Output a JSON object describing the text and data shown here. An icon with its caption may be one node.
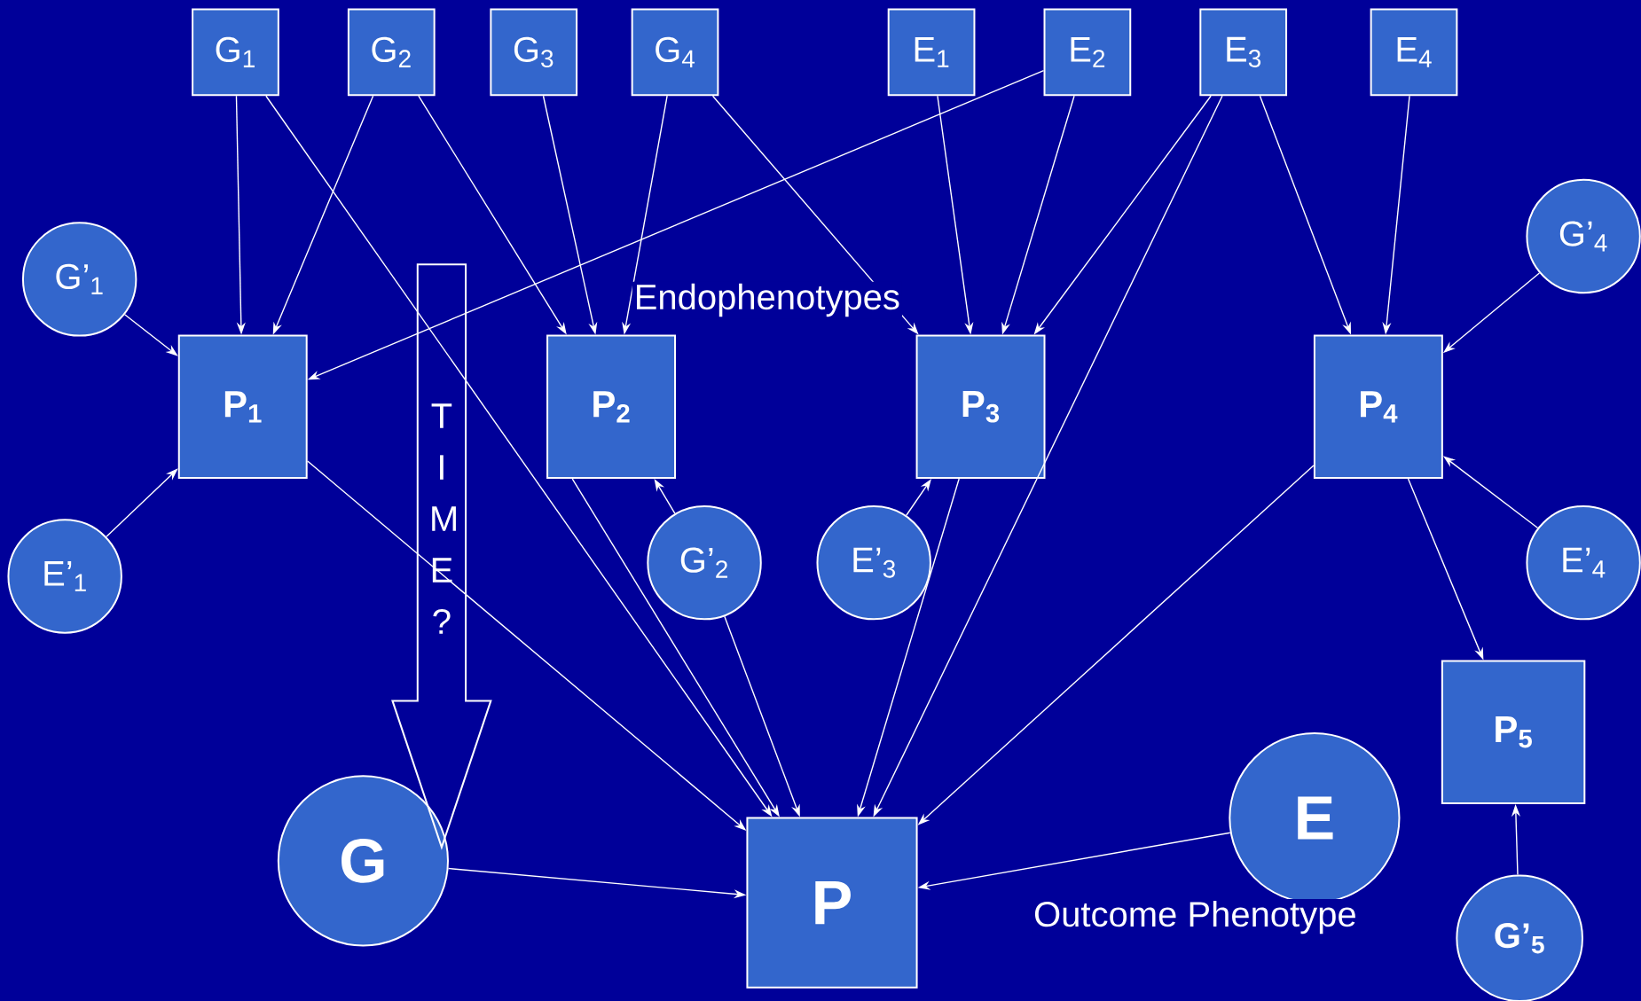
{
  "diagram": {
    "nodes": [
      {
        "text": [
          "G$_{1}$"
        ]
      },
      {
        "text": [
          "G$_{2}$"
        ]
      },
      {
        "text": [
          "G$_{3}$"
        ]
      },
      {
        "text": [
          "G$_{4}$"
        ]
      },
      {
        "text": [
          "E$_{1}$"
        ]
      },
      {
        "text": [
          "E$_{2}$"
        ]
      },
      {
        "text": [
          "E$_{3}$"
        ]
      },
      {
        "text": [
          "E$_{4}$"
        ]
      },
      {
        "text": [
          "G’$_{1}$"
        ]
      },
      {
        "text": [
          "P$_{1}$"
        ]
      },
      {
        "text": [
          "P$_{2}$"
        ]
      },
      {
        "text": [
          "P$_{3}$"
        ]
      },
      {
        "text": [
          "P$_{4}$"
        ]
      },
      {
        "text": [
          "G’$_{4}$"
        ]
      },
      {
        "text": [
          "E’$_{1}$"
        ]
      },
      {
        "text": [
          "G’$_{2}$"
        ]
      },
      {
        "text": [
          "E’$_{3}$"
        ]
      },
      {
        "text": [
          "E’$_{4}$"
        ]
      },
      {
        "text": [
          "P$_{5}$"
        ]
      },
      {
        "text": [
          "G"
        ]
      },
      {
        "text": [
          "P"
        ]
      },
      {
        "text": [
          "E"
        ]
      },
      {
        "text": [
          "G’$_{5}$"
        ]
      }
    ],
    "edges": [
      {
        "from": 0,
        "to": 9,
        "arrow": "to"
      },
      {
        "from": 0,
        "to": 20,
        "arrow": "to"
      },
      {
        "from": 1,
        "to": 9,
        "arrow": "to"
      },
      {
        "from": 1,
        "to": 10,
        "arrow": "to"
      },
      {
        "from": 2,
        "to": 10,
        "arrow": "to"
      },
      {
        "from": 3,
        "to": 10,
        "arrow": "to"
      },
      {
        "from": 3,
        "to": 11,
        "arrow": "to"
      },
      {
        "from": 4,
        "to": 11,
        "arrow": "to"
      },
      {
        "from": 5,
        "to": 9,
        "arrow": "to"
      },
      {
        "from": 5,
        "to": 11,
        "arrow": "to"
      },
      {
        "from": 6,
        "to": 11,
        "arrow": "to"
      },
      {
        "from": 6,
        "to": 20,
        "arrow": "to"
      },
      {
        "from": 6,
        "to": 12,
        "arrow": "to"
      },
      {
        "from": 7,
        "to": 12,
        "arrow": "to"
      },
      {
        "from": 8,
        "to": 9,
        "arrow": "to"
      },
      {
        "from": 14,
        "to": 9,
        "arrow": "to"
      },
      {
        "from": 15,
        "to": 10,
        "arrow": "to"
      },
      {
        "from": 15,
        "to": 20,
        "arrow": "to"
      },
      {
        "from": 16,
        "to": 11,
        "arrow": "to"
      },
      {
        "from": 13,
        "to": 12,
        "arrow": "to"
      },
      {
        "from": 17,
        "to": 12,
        "arrow": "to"
      },
      {
        "from": 9,
        "to": 20,
        "arrow": "to"
      },
      {
        "from": 10,
        "to": 20,
        "arrow": "to"
      },
      {
        "from": 11,
        "to": 20,
        "arrow": "to"
      },
      {
        "from": 12,
        "to": 20,
        "arrow": "to"
      },
      {
        "from": 12,
        "to": 18,
        "arrow": "to"
      },
      {
        "from": 22,
        "to": 18,
        "arrow": "to"
      },
      {
        "from": 19,
        "to": 20,
        "arrow": "to"
      },
      {
        "from": 21,
        "to": 20,
        "arrow": "to"
      }
    ],
    "labels": [
      "Endophenotypes",
      "T I M E ?",
      "Outcome Phenotype"
    ]
  }
}
